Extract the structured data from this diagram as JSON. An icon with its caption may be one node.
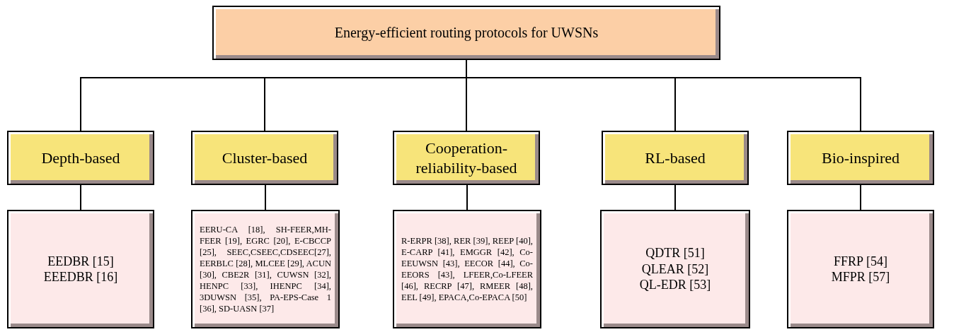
{
  "diagram": {
    "nodes": [
      {
        "text": [
          "Energy-efficient routing protocols for UWSNs"
        ]
      },
      {
        "text": [
          "Depth-based"
        ]
      },
      {
        "text": [
          "Cluster-based"
        ]
      },
      {
        "text": [
          "Cooperation-reliability-based"
        ]
      },
      {
        "text": [
          "RL-based"
        ]
      },
      {
        "text": [
          "Bio-inspired"
        ]
      },
      {
        "text": [
          "EEDBR [15]",
          "EEEDBR [16]"
        ]
      },
      {
        "text": [
          "EERU-CA [18], SH-FEER,MH-FEER [19], EGRC [20], E-CBCCP [25], SEEC,CSEEC,CDSEEC[27], EERBLC [28], MLCEE [29], ACUN [30], CBE2R [31], CUWSN [32], HENPC [33], IHENPC [34], 3DUWSN [35], PA-EPS-Case 1 [36], SD-UASN [37]"
        ]
      },
      {
        "text": [
          "R-ERPR [38], RER [39], REEP [40], E-CARP [41], EMGGR [42], Co-EEUWSN [43], EECOR [44], Co-EEORS [43], LFEER,Co-LFEER [46], RECRP [47], RMEER [48], EEL [49], EPACA,Co-EPACA [50]"
        ]
      },
      {
        "text": [
          "QDTR [51]",
          "QLEAR [52]",
          "QL-EDR [53]"
        ]
      },
      {
        "text": [
          "FFRP [54]",
          "MFPR [57]"
        ]
      }
    ],
    "edges": [
      {
        "from": 0,
        "to": 1,
        "arrow": "none"
      },
      {
        "from": 0,
        "to": 2,
        "arrow": "none"
      },
      {
        "from": 0,
        "to": 3,
        "arrow": "none"
      },
      {
        "from": 0,
        "to": 4,
        "arrow": "none"
      },
      {
        "from": 0,
        "to": 5,
        "arrow": "none"
      },
      {
        "from": 1,
        "to": 6,
        "arrow": "none"
      },
      {
        "from": 2,
        "to": 7,
        "arrow": "none"
      },
      {
        "from": 3,
        "to": 8,
        "arrow": "none"
      },
      {
        "from": 4,
        "to": 9,
        "arrow": "none"
      },
      {
        "from": 5,
        "to": 10,
        "arrow": "none"
      }
    ]
  }
}
